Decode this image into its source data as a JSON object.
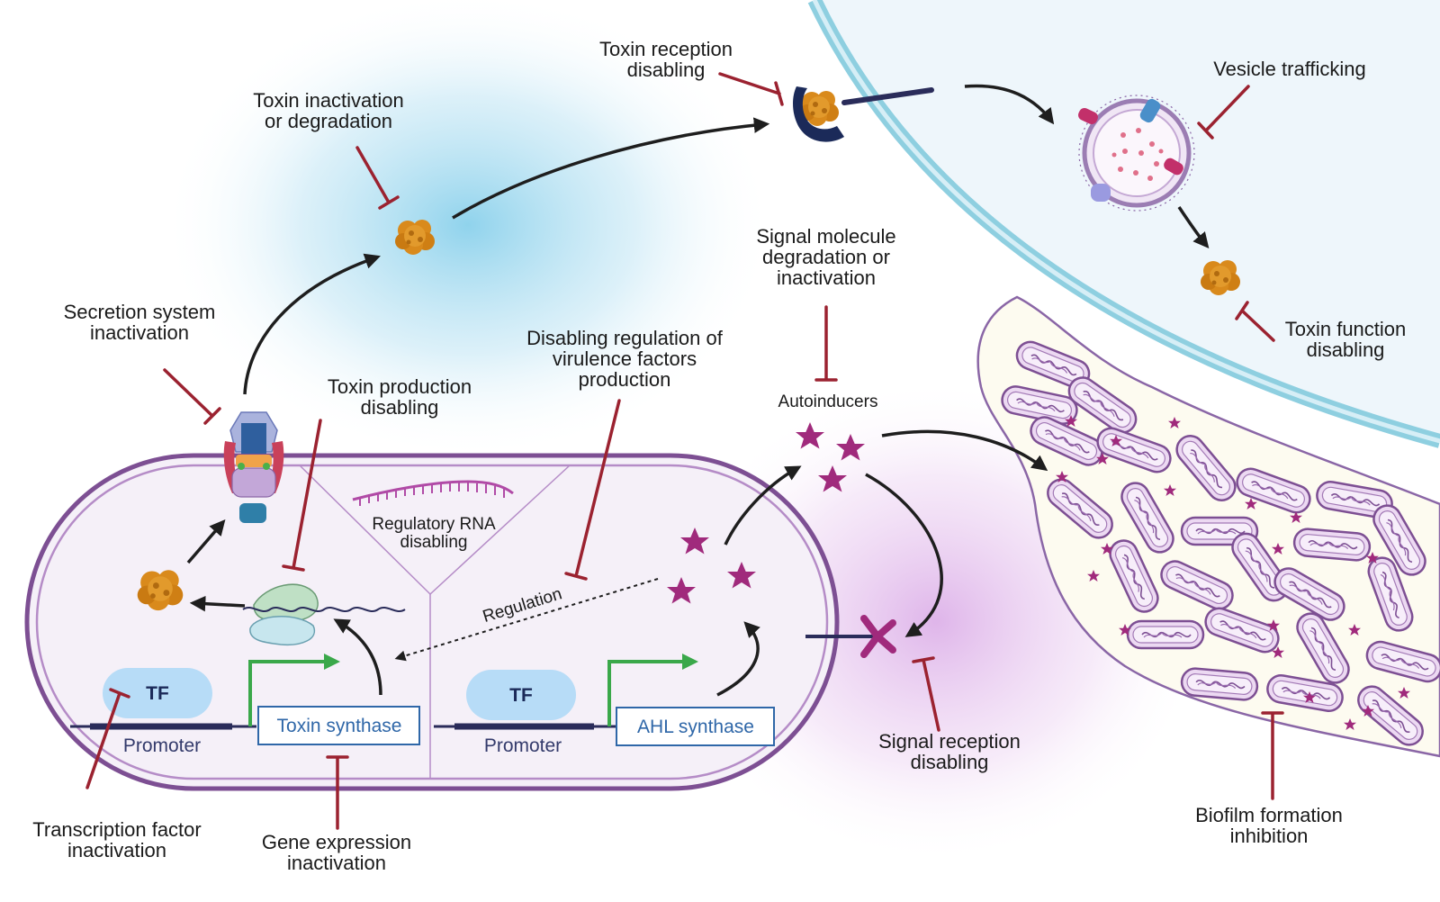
{
  "labels": {
    "toxin_reception_disabling": [
      "Toxin reception",
      "disabling"
    ],
    "vesicle_trafficking": [
      "Vesicle trafficking"
    ],
    "toxin_inactivation": [
      "Toxin inactivation",
      "or degradation"
    ],
    "signal_molecule_degradation": [
      "Signal molecule",
      "degradation or",
      "inactivation"
    ],
    "secretion_system_inactivation": [
      "Secretion system",
      "inactivation"
    ],
    "disabling_regulation": [
      "Disabling regulation of",
      "virulence factors",
      "production"
    ],
    "toxin_function_disabling": [
      "Toxin function",
      "disabling"
    ],
    "toxin_production_disabling": [
      "Toxin production",
      "disabling"
    ],
    "autoinducers": [
      "Autoinducers"
    ],
    "regulatory_rna_disabling": [
      "Regulatory RNA",
      "disabling"
    ],
    "regulation": "Regulation",
    "tf_left": "TF",
    "tf_right": "TF",
    "promoter_left": "Promoter",
    "promoter_right": "Promoter",
    "toxin_synthase": "Toxin synthase",
    "ahl_synthase": "AHL synthase",
    "signal_reception_disabling": [
      "Signal reception",
      "disabling"
    ],
    "transcription_factor_inactivation": [
      "Transcription factor",
      "inactivation"
    ],
    "gene_expression_inactivation": [
      "Gene expression",
      "inactivation"
    ],
    "biofilm_formation_inhibition": [
      "Biofilm formation",
      "inhibition"
    ]
  },
  "colors": {
    "inhibitor": "#9b2230",
    "arrow": "#1e1e1e",
    "cell_membrane": "#7d4f93",
    "cell_fill": "#f5f0f8",
    "host_membrane": "#8ecfe0",
    "toxin": "#d98a1c",
    "autoinducer": "#a02a7c",
    "promoter_arrow": "#3aa84a",
    "tf_fill": "#b7dcf7",
    "gene_box": "#2f67a8"
  },
  "icons": [
    "toxin-icon",
    "receptor-icon",
    "vesicle-icon",
    "secretion-system-icon",
    "ribosome-icon",
    "mrna-icon",
    "autoinducer-star-icon",
    "signal-receptor-icon",
    "biofilm-bacteria-icon"
  ]
}
